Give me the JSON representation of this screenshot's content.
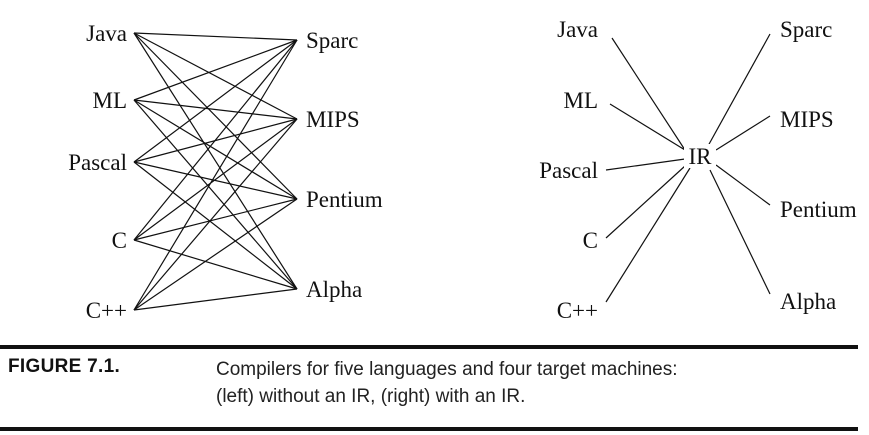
{
  "left_diagram": {
    "languages": [
      "Java",
      "ML",
      "Pascal",
      "C",
      "C++"
    ],
    "machines": [
      "Sparc",
      "MIPS",
      "Pentium",
      "Alpha"
    ]
  },
  "right_diagram": {
    "languages": [
      "Java",
      "ML",
      "Pascal",
      "C",
      "C++"
    ],
    "hub": "IR",
    "machines": [
      "Sparc",
      "MIPS",
      "Pentium",
      "Alpha"
    ]
  },
  "caption": {
    "label": "FIGURE 7.1.",
    "lines": [
      "Compilers for five languages and four target machines:",
      "(left) without an IR, (right) with an IR."
    ]
  }
}
